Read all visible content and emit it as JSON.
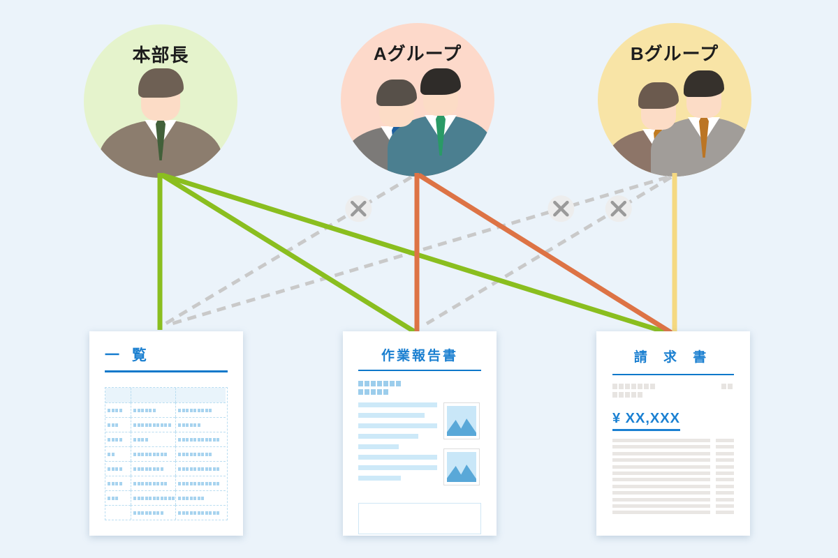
{
  "colors": {
    "background": "#ebf3fa",
    "allow_green": "#8abe1f",
    "allow_orange": "#dd7345",
    "allow_yellow": "#f5d981",
    "deny_gray": "#c9c9c9",
    "accent_blue": "#0d78ca",
    "title_blue": "#1a7fd0"
  },
  "actors": [
    {
      "id": "director",
      "label": "本部長",
      "circle_color": "#e5f3cc",
      "people_count": 1
    },
    {
      "id": "group-a",
      "label": "Aグループ",
      "circle_color": "#fdd9ca",
      "people_count": 2
    },
    {
      "id": "group-b",
      "label": "Bグループ",
      "circle_color": "#f8e4a6",
      "people_count": 2
    }
  ],
  "documents": [
    {
      "id": "list",
      "title": "一 覧",
      "type": "table",
      "table": {
        "columns": 3,
        "header_row": true,
        "rows": [
          [
            4,
            6,
            9
          ],
          [
            3,
            10,
            6
          ],
          [
            4,
            4,
            11
          ],
          [
            2,
            9,
            9
          ],
          [
            4,
            8,
            11
          ],
          [
            4,
            9,
            11
          ],
          [
            3,
            11,
            7
          ],
          [
            0,
            8,
            11
          ]
        ]
      }
    },
    {
      "id": "report",
      "title": "作業報告書",
      "type": "report",
      "heading_blocks": [
        7,
        5
      ],
      "text_bars": [
        113,
        95,
        113,
        86,
        58,
        113,
        113,
        61
      ],
      "images": 2
    },
    {
      "id": "invoice",
      "title": "請 求 書",
      "type": "invoice",
      "heading_blocks": [
        7,
        5
      ],
      "corner_blocks": 2,
      "amount": "¥ XX,XXX",
      "detail_rows": 12
    }
  ],
  "connections": {
    "allowed": [
      {
        "from": "director",
        "to": "list",
        "color": "allow_green"
      },
      {
        "from": "director",
        "to": "report",
        "color": "allow_green"
      },
      {
        "from": "director",
        "to": "invoice",
        "color": "allow_green"
      },
      {
        "from": "group-a",
        "to": "report",
        "color": "allow_orange"
      },
      {
        "from": "group-a",
        "to": "invoice",
        "color": "allow_orange"
      },
      {
        "from": "group-b",
        "to": "invoice",
        "color": "allow_yellow"
      }
    ],
    "denied": [
      {
        "from": "group-a",
        "to": "list"
      },
      {
        "from": "group-b",
        "to": "list"
      },
      {
        "from": "group-b",
        "to": "report"
      }
    ],
    "deny_symbol": "×"
  }
}
